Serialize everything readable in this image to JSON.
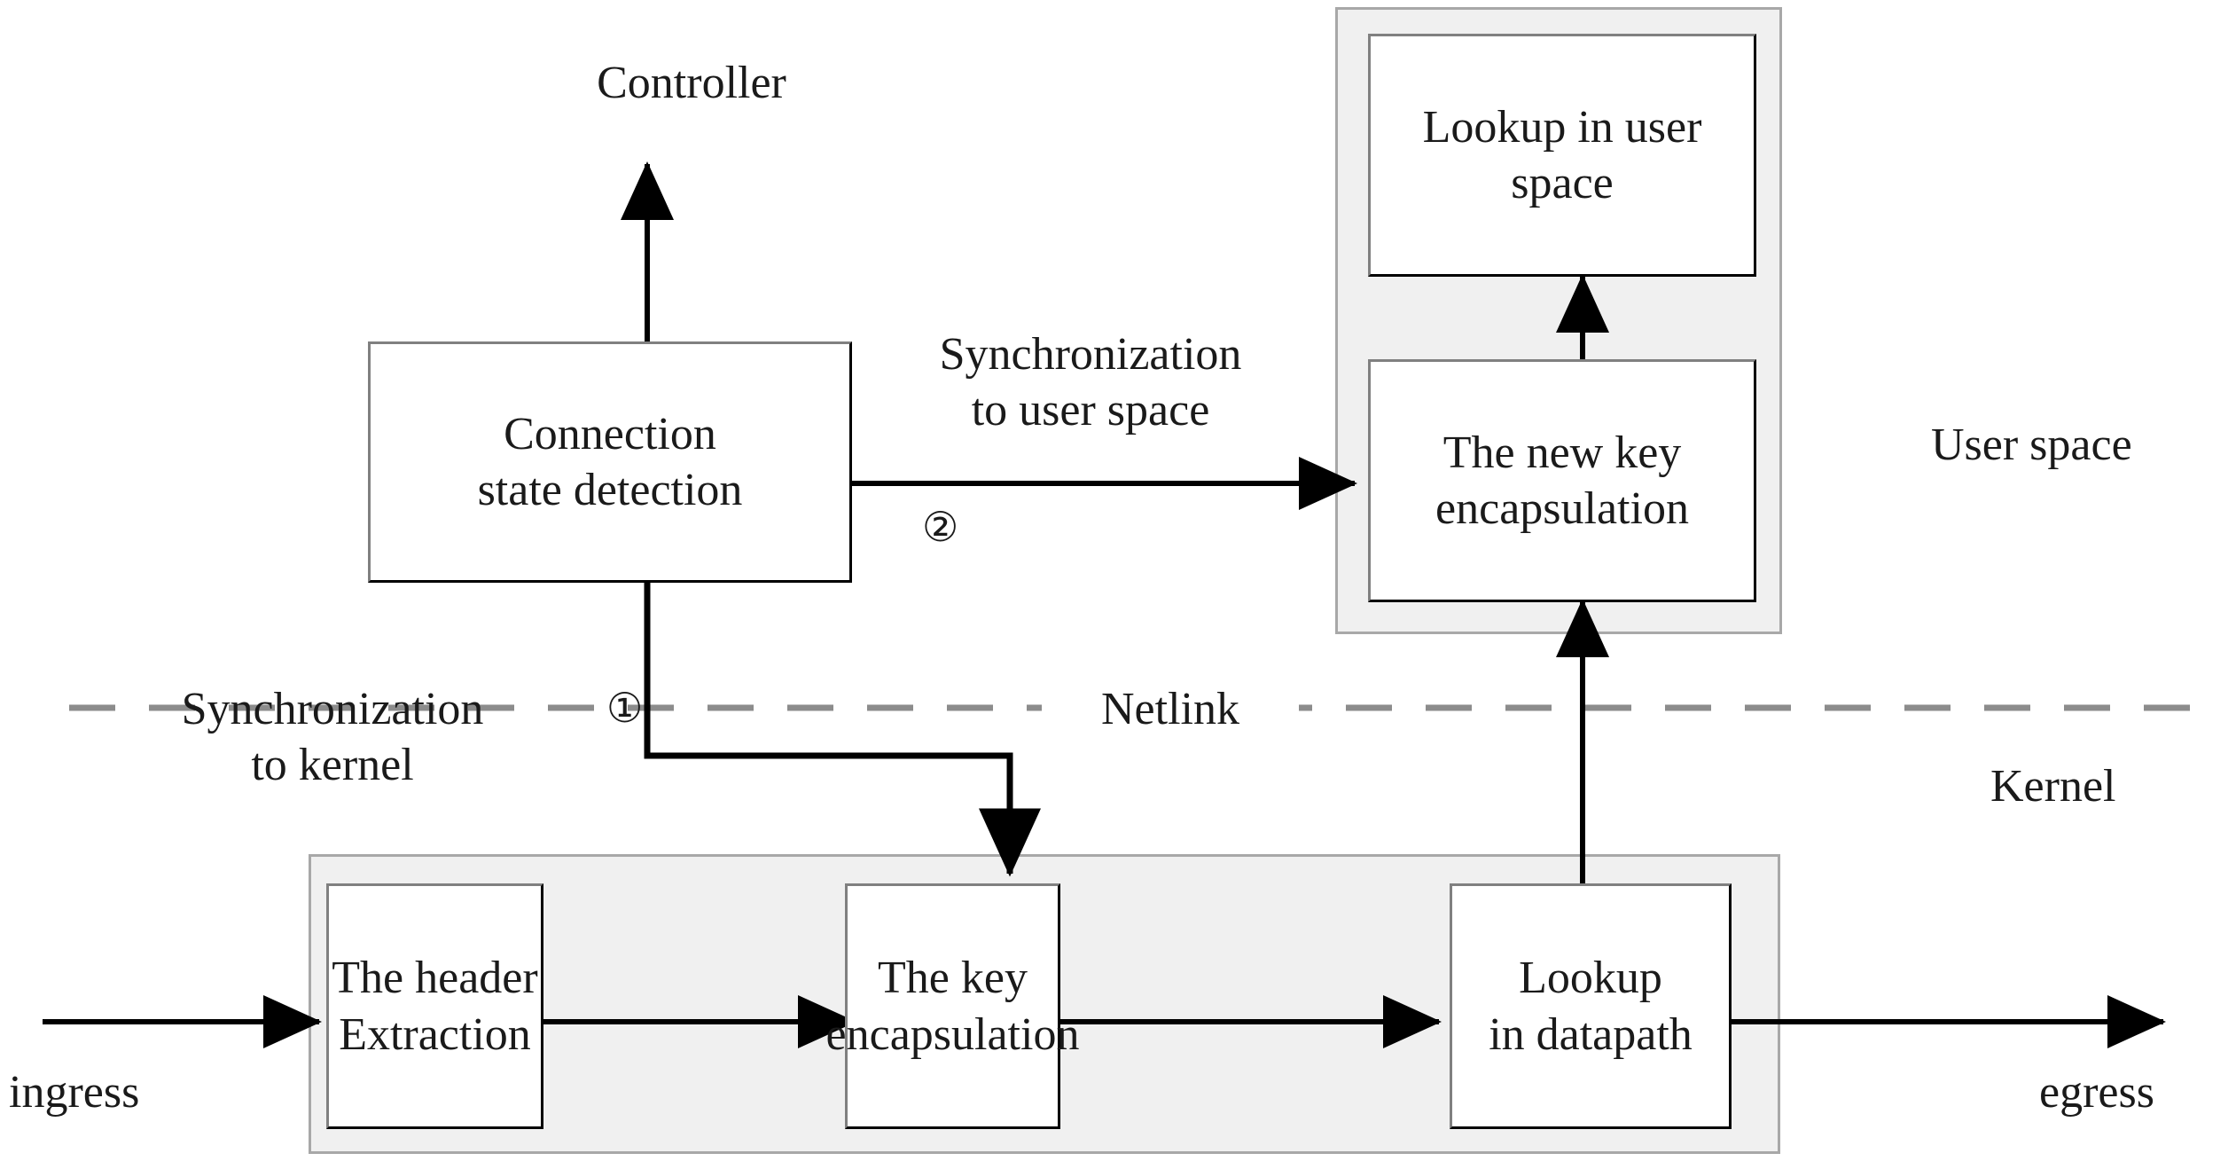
{
  "diagram": {
    "title": "OVS key encapsulation and lookup flow across user space and kernel",
    "regions": {
      "user_space_label": "User space",
      "kernel_label": "Kernel",
      "netlink_label": "Netlink"
    },
    "nodes": {
      "controller": "Controller",
      "connection_state_detection": "Connection\nstate detection",
      "lookup_in_user_space": "Lookup in user\nspace",
      "new_key_encapsulation": "The new key\nencapsulation",
      "header_extraction": "The header\nExtraction",
      "key_encapsulation": "The key\nencapsulation",
      "lookup_in_datapath": "Lookup\nin datapath"
    },
    "edge_labels": {
      "sync_to_user_space": "Synchronization\nto user space",
      "sync_to_kernel": "Synchronization\nto kernel",
      "marker_one": "①",
      "marker_two": "②"
    },
    "ports": {
      "ingress": "ingress",
      "egress": "egress"
    },
    "colors": {
      "background": "#ffffff",
      "group_fill": "#f0f0f0",
      "group_border": "#a8a8a8",
      "box_fill": "#ffffff",
      "box_border": "#000000",
      "stroke": "#000000",
      "text": "#1a1a1a"
    }
  }
}
